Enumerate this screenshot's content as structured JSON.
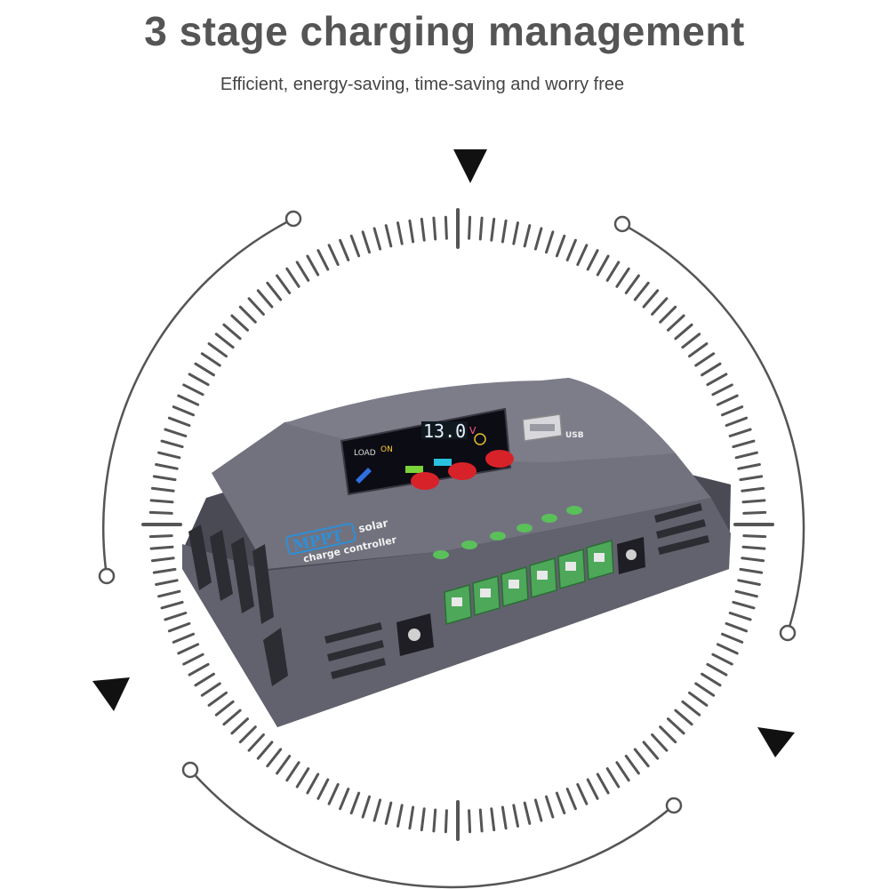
{
  "header": {
    "title": "3 stage charging management",
    "subtitle": "Efficient, energy-saving, time-saving and worry free"
  },
  "device": {
    "brand": "MPPT",
    "label_line1": "solar",
    "label_line2": "charge controller",
    "display_value": "13.0",
    "display_unit": "V",
    "display_load": "LOAD",
    "display_on": "ON",
    "usb_label": "USB"
  },
  "colors": {
    "body": "#6c6c7a",
    "body_dark": "#55555f",
    "button": "#d8222a",
    "terminal": "#4da85a",
    "brand_blue": "#2d8fd6",
    "ring": "#555555"
  },
  "icons": {
    "pointer": "triangle-pointer-icon",
    "node": "ring-node-icon"
  }
}
